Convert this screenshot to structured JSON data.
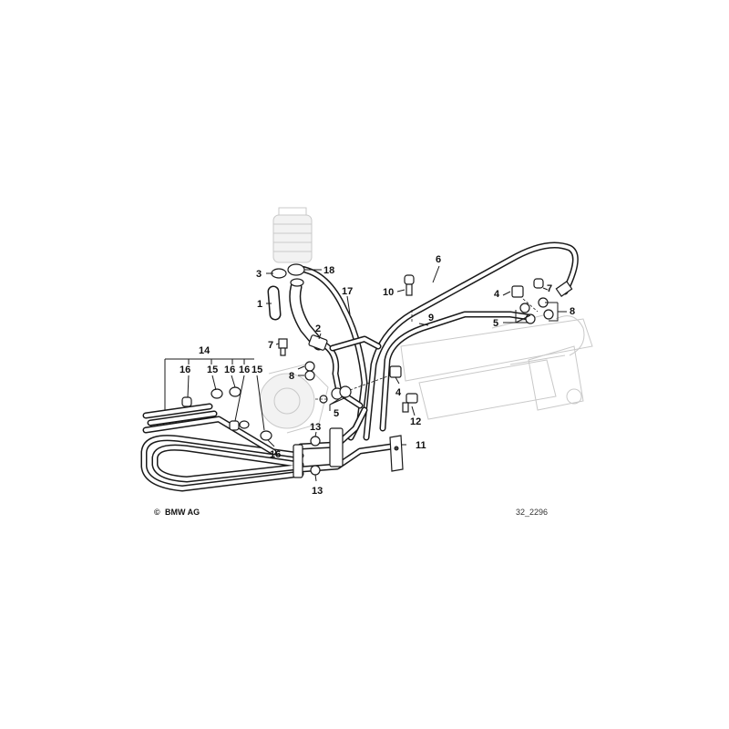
{
  "diagram": {
    "callouts": [
      "1",
      "2",
      "3",
      "4",
      "4",
      "5",
      "5",
      "6",
      "7",
      "7",
      "8",
      "8",
      "9",
      "10",
      "11",
      "12",
      "13",
      "13",
      "14",
      "15",
      "15",
      "16",
      "16",
      "16",
      "16",
      "17",
      "18"
    ],
    "copyright_text": "BMW AG",
    "copyright_symbol": "©",
    "drawing_code": "32_2296"
  }
}
